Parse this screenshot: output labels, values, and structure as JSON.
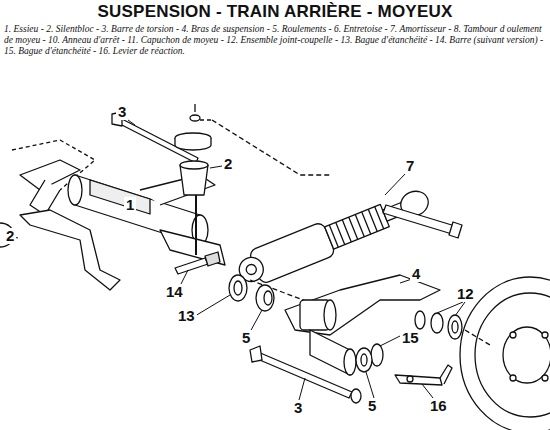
{
  "diagram": {
    "title": "SUSPENSION - TRAIN ARRIÈRE - MOYEUX",
    "caption": "1. Essieu - 2. Silentbloc - 3. Barre de torsion - 4. Bras de suspension - 5. Roulements - 6. Entretoise - 7. Amortisseur - 8. Tambour d oulement de moyeu - 10. Anneau d'arrêt - 11. Capuchon de moyeu - 12. Ensemble joint-coupelle - 13. Bague d'étanchéité - 14. Barre (suivant version) - 15. Bague d'étanchéité - 16. Levier de réaction.",
    "labels": [
      "3",
      "2",
      "1",
      "2",
      "7",
      "14",
      "13",
      "5",
      "4",
      "12",
      "15",
      "5",
      "3",
      "16"
    ]
  }
}
